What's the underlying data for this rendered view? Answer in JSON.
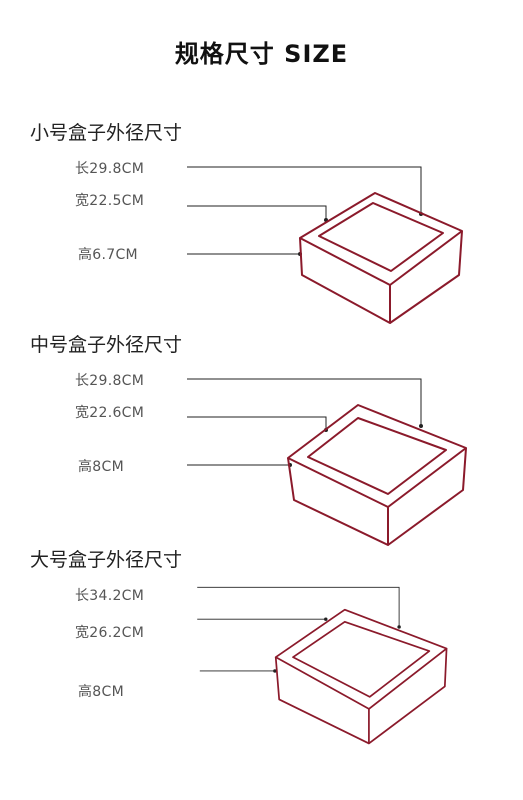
{
  "page": {
    "title": "规格尺寸 SIZE"
  },
  "colors": {
    "box_stroke": "#8b1a2b",
    "line": "#222222",
    "text": "#555555"
  },
  "sections": [
    {
      "title": "小号盒子外径尺寸",
      "length": "长29.8CM",
      "width": "宽22.5CM",
      "height": "高6.7CM"
    },
    {
      "title": "中号盒子外径尺寸",
      "length": "长29.8CM",
      "width": "宽22.6CM",
      "height": "高8CM"
    },
    {
      "title": "大号盒子外径尺寸",
      "length": "长34.2CM",
      "width": "宽26.2CM",
      "height": "高8CM"
    }
  ]
}
